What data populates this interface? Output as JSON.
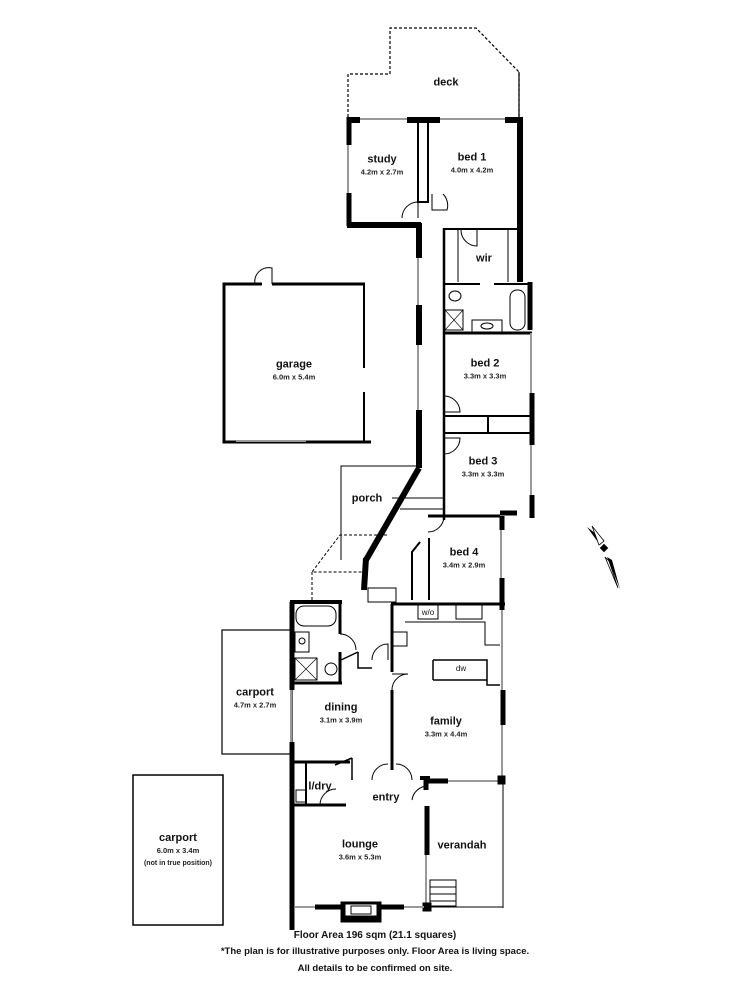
{
  "rooms": {
    "deck": {
      "name": "deck"
    },
    "study": {
      "name": "study",
      "dims": "4.2m x 2.7m"
    },
    "bed1": {
      "name": "bed 1",
      "dims": "4.0m x 4.2m"
    },
    "wir": {
      "name": "wir"
    },
    "garage": {
      "name": "garage",
      "dims": "6.0m x 5.4m"
    },
    "bed2": {
      "name": "bed 2",
      "dims": "3.3m x 3.3m"
    },
    "bed3": {
      "name": "bed 3",
      "dims": "3.3m x 3.3m"
    },
    "porch": {
      "name": "porch"
    },
    "bed4": {
      "name": "bed 4",
      "dims": "3.4m x 2.9m"
    },
    "carport_side": {
      "name": "carport",
      "dims": "4.7m x 2.7m"
    },
    "dining": {
      "name": "dining",
      "dims": "3.1m x 3.9m"
    },
    "family": {
      "name": "family",
      "dims": "3.3m x 4.4m"
    },
    "laundry": {
      "name": "l/dry"
    },
    "entry": {
      "name": "entry"
    },
    "lounge": {
      "name": "lounge",
      "dims": "3.6m x 5.3m"
    },
    "verandah": {
      "name": "verandah"
    },
    "carport_detached": {
      "name": "carport",
      "dims": "6.0m x 3.4m",
      "note": "(not in true position)"
    }
  },
  "fixtures": {
    "wall_oven": "w/o",
    "dishwasher": "dw"
  },
  "footer": {
    "floor_area": "Floor Area 196 sqm (21.1 squares)",
    "disclaimer": "*The plan is for illustrative purposes only. Floor Area is living space.",
    "confirm": "All details to be confirmed on site."
  },
  "colors": {
    "wall": "#000000",
    "window": "#9a9a9a",
    "background": "#ffffff"
  }
}
